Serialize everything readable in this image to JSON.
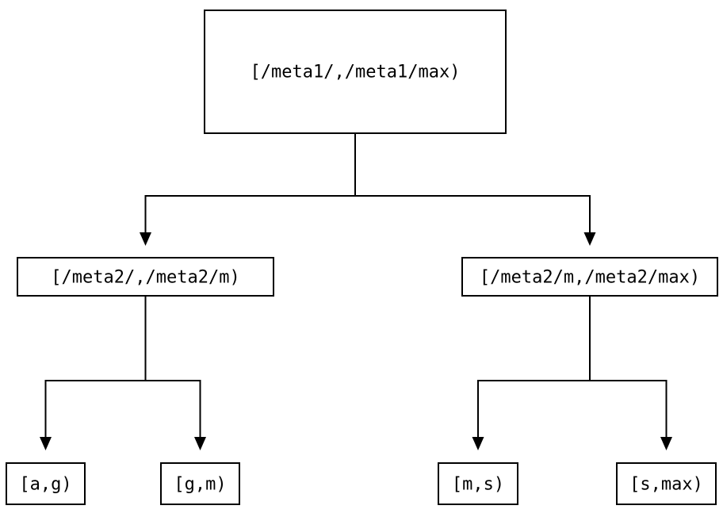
{
  "diagram": {
    "type": "tree",
    "description": "Binary range-partition tree with interval labels",
    "colors": {
      "background": "#ffffff",
      "stroke": "#000000",
      "text": "#000000"
    },
    "nodes": {
      "root": {
        "label": "[/meta1/,/meta1/max)"
      },
      "left": {
        "label": "[/meta2/,/meta2/m)"
      },
      "right": {
        "label": "[/meta2/m,/meta2/max)"
      },
      "leaf1": {
        "label": "[a,g)"
      },
      "leaf2": {
        "label": "[g,m)"
      },
      "leaf3": {
        "label": "[m,s)"
      },
      "leaf4": {
        "label": "[s,max)"
      }
    },
    "edges": [
      {
        "from": "root",
        "to": "left"
      },
      {
        "from": "root",
        "to": "right"
      },
      {
        "from": "left",
        "to": "leaf1"
      },
      {
        "from": "left",
        "to": "leaf2"
      },
      {
        "from": "right",
        "to": "leaf3"
      },
      {
        "from": "right",
        "to": "leaf4"
      }
    ]
  }
}
